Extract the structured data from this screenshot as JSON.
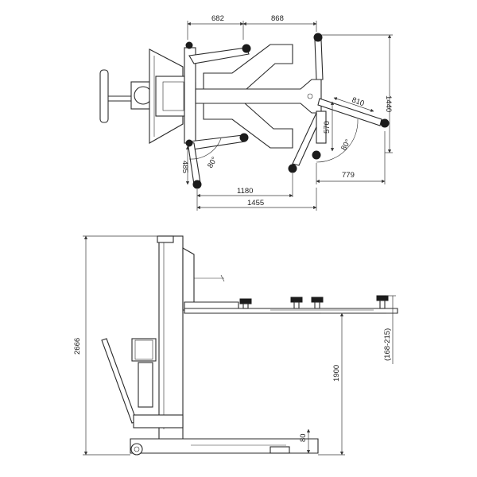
{
  "top_view": {
    "dim_top_left": "682",
    "dim_top_right": "868",
    "dim_right_height": "1440",
    "dim_arm_right": "810",
    "dim_arm_inner": "570",
    "dim_angle_right": "80°",
    "dim_right_bottom": "779",
    "dim_left_arm": "485",
    "dim_angle_left": "80°",
    "dim_bottom_inner": "1180",
    "dim_bottom_outer": "1455"
  },
  "side_view": {
    "dim_total_height": "2666",
    "dim_pad_range": "(168-215)",
    "dim_lift_height": "1900",
    "dim_min_height": "80"
  }
}
